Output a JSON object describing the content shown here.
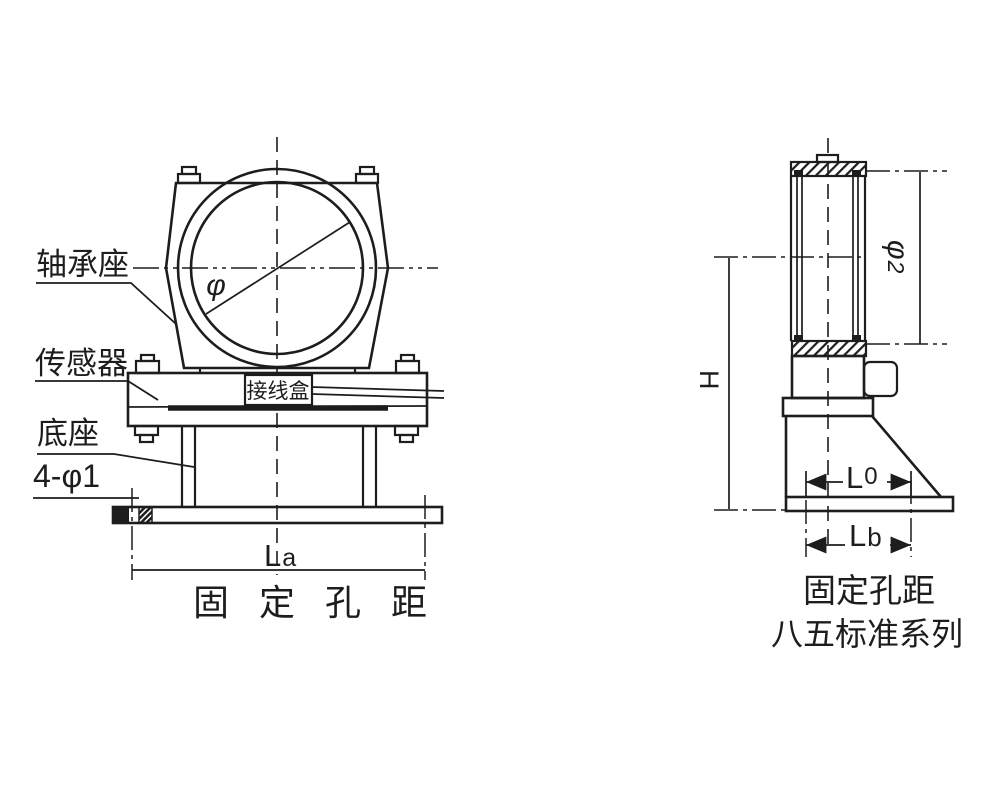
{
  "drawing": {
    "title_hint": "bearing pedestal with load sensor - two orthographic views",
    "left_view": {
      "part_labels": {
        "bearing_seat": "轴承座",
        "sensor": "传感器",
        "base": "底座",
        "mounting_holes": "4-φ1",
        "junction_box": "接线盒"
      },
      "bore_diameter_symbol": "φ",
      "dim_la": {
        "main": "L",
        "sub": "a"
      },
      "caption": "固 定 孔 距"
    },
    "right_view": {
      "dim_h": "H",
      "dim_phi2": {
        "main": "φ",
        "sub": "2"
      },
      "dim_lo": {
        "main": "L",
        "sub": "0"
      },
      "dim_lb": {
        "main": "L",
        "sub": "b"
      },
      "caption_line1": "固定孔距",
      "caption_line2": "八五标准系列"
    },
    "colors": {
      "ink": "#1d1d1d",
      "background": "#ffffff"
    }
  }
}
